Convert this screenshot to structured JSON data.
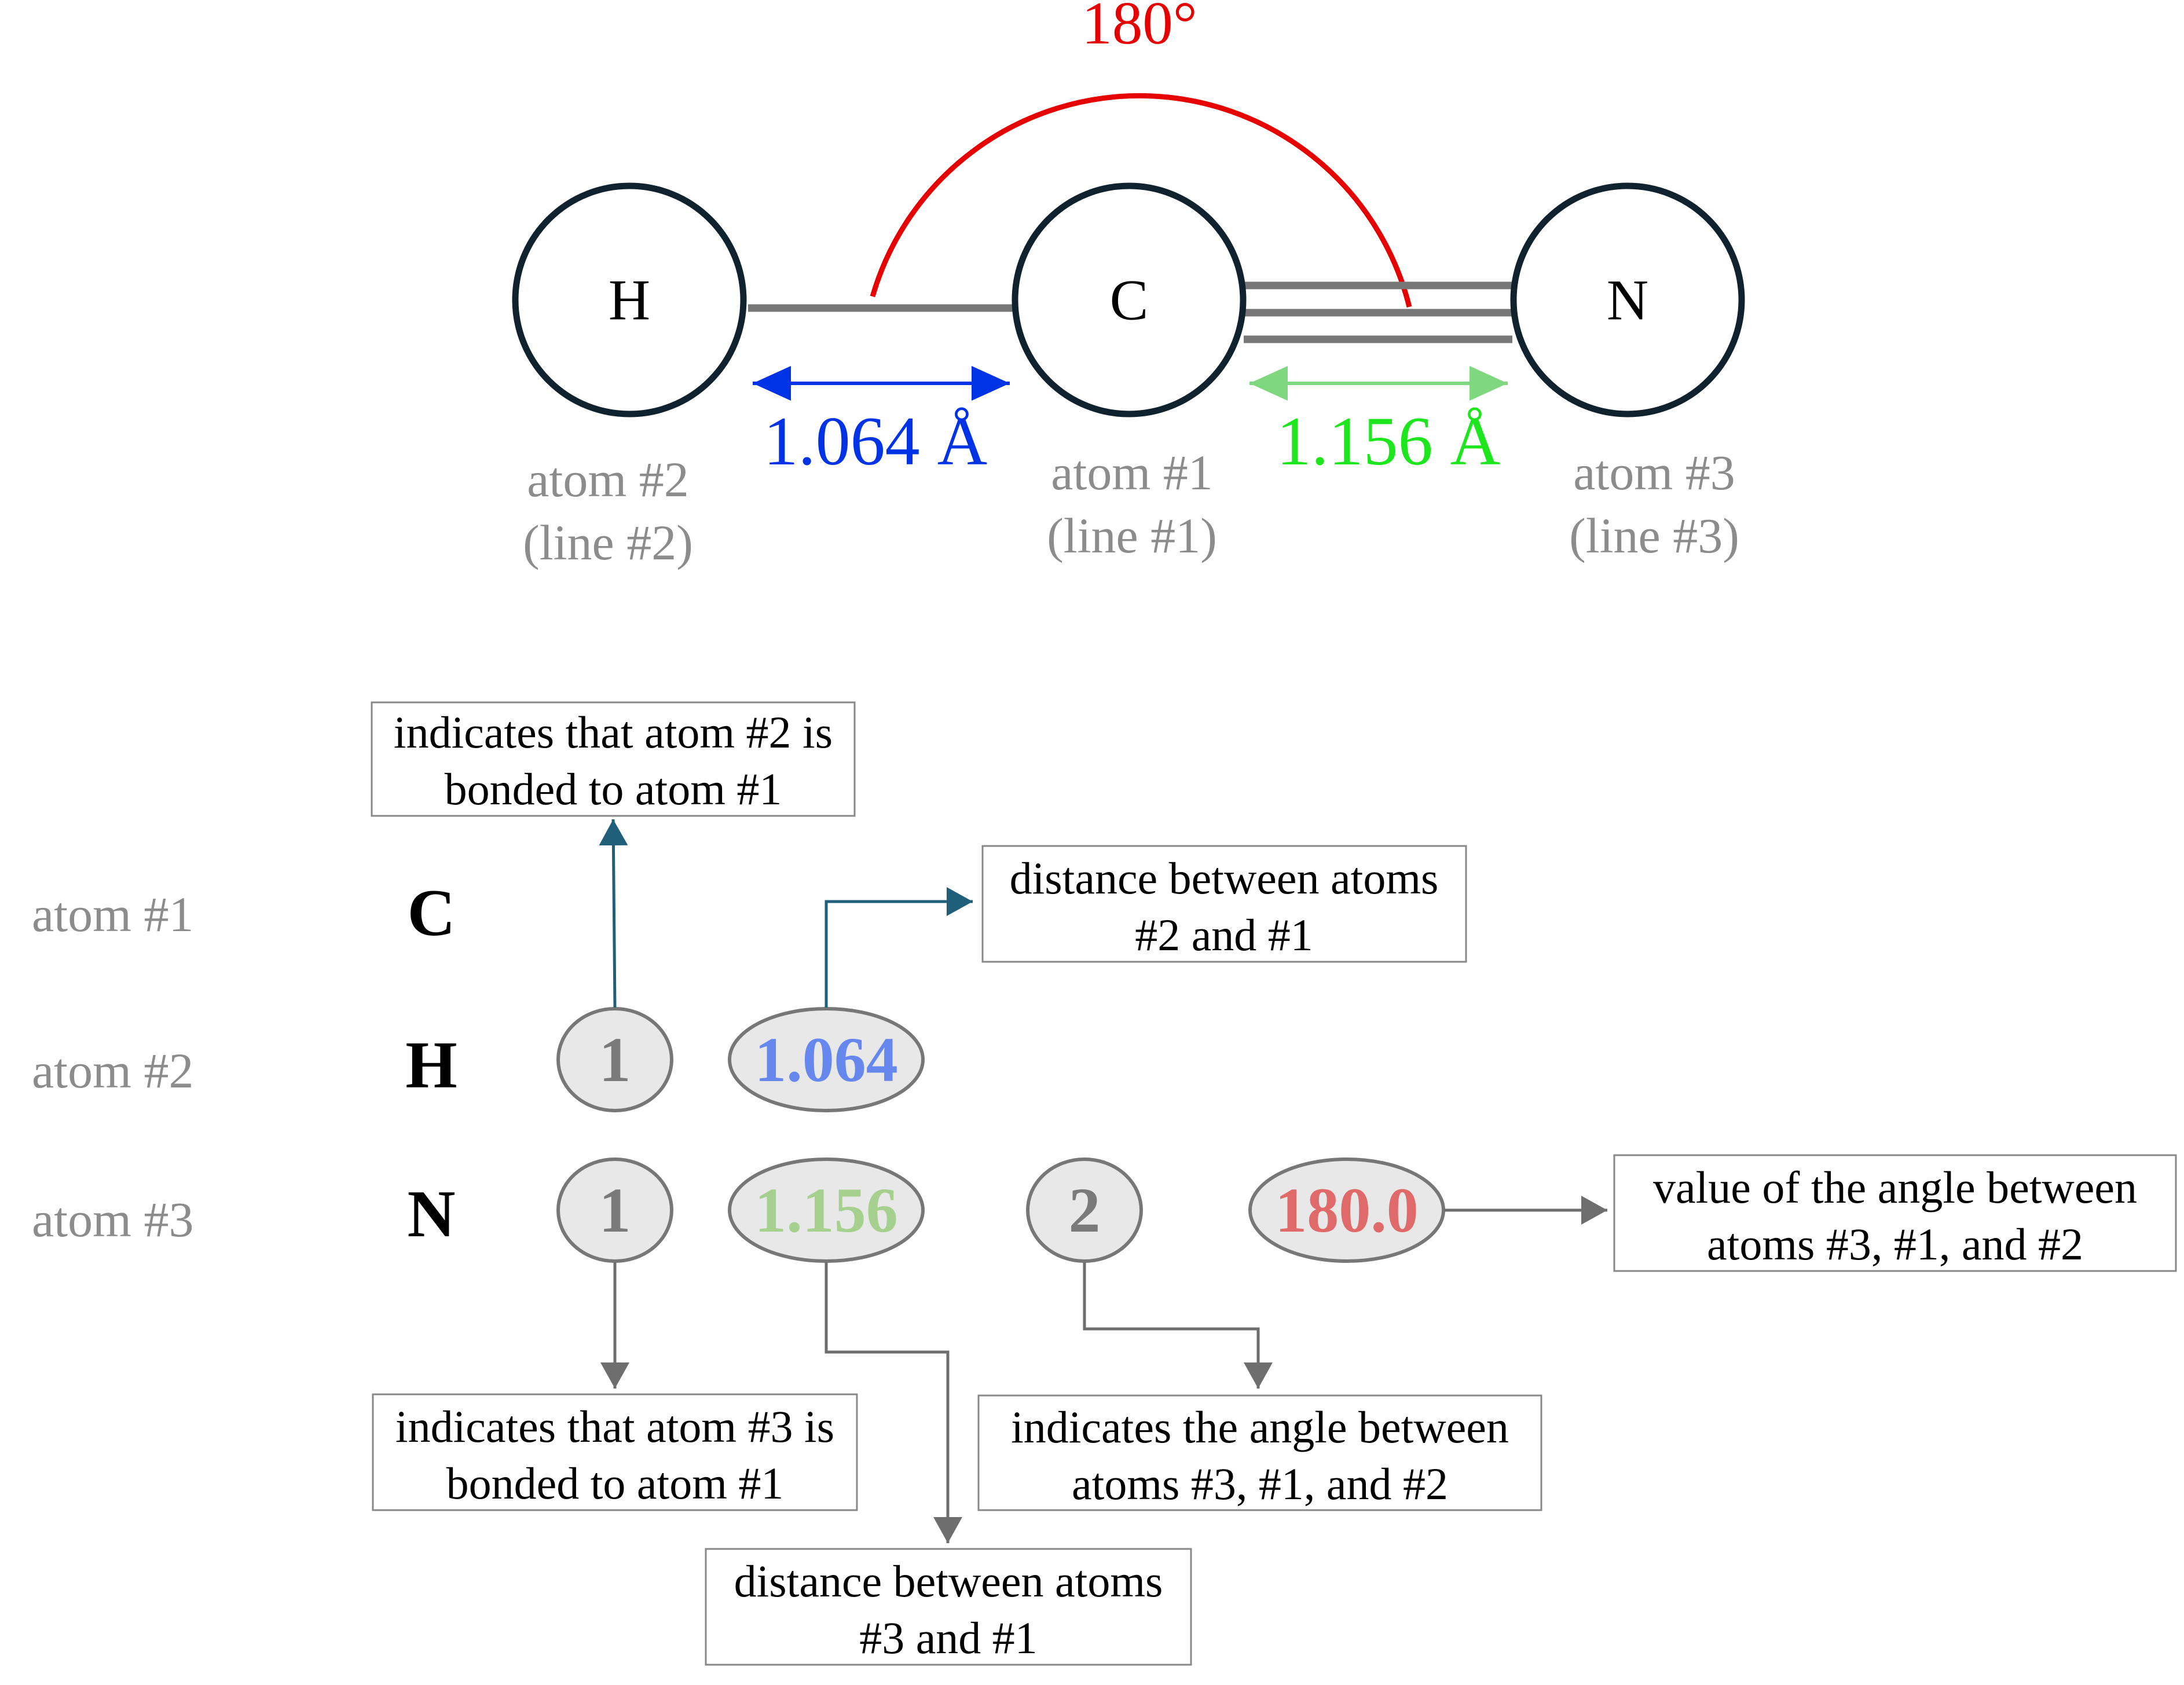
{
  "molecule": {
    "atoms": [
      {
        "symbol": "H",
        "label": "atom #2",
        "line": "(line #2)"
      },
      {
        "symbol": "C",
        "label": "atom #1",
        "line": "(line #1)"
      },
      {
        "symbol": "N",
        "label": "atom #3",
        "line": "(line #3)"
      }
    ],
    "bond_hc": {
      "order": 1,
      "length": "1.064 Å",
      "color": "#0033e6"
    },
    "bond_cn": {
      "order": 3,
      "length": "1.156 Å",
      "color": "#1ee61e"
    },
    "angle": {
      "label": "180°",
      "color": "#e60000"
    }
  },
  "zmatrix": {
    "rows": [
      {
        "label": "atom #1",
        "symbol": "C"
      },
      {
        "label": "atom #2",
        "symbol": "H",
        "ref1": "1",
        "dist": "1.064"
      },
      {
        "label": "atom #3",
        "symbol": "N",
        "ref1": "1",
        "dist": "1.156",
        "ref2": "2",
        "angle": "180.0"
      }
    ],
    "dist_colors": {
      "hc": "#6688ee",
      "cn": "#a6d08e",
      "angle": "#e06a6a"
    }
  },
  "annotations": {
    "bond_h": [
      "indicates that atom #2 is",
      "bonded to atom #1"
    ],
    "dist_h": [
      "distance between atoms",
      "#2 and #1"
    ],
    "angle_value": [
      "value of the angle between",
      "atoms #3, #1, and #2"
    ],
    "bond_n": [
      "indicates that atom #3 is",
      "bonded to atom #1"
    ],
    "angle_ref": [
      "indicates the angle between",
      "atoms #3, #1, and #2"
    ],
    "dist_n": [
      "distance between atoms",
      "#3 and #1"
    ]
  }
}
